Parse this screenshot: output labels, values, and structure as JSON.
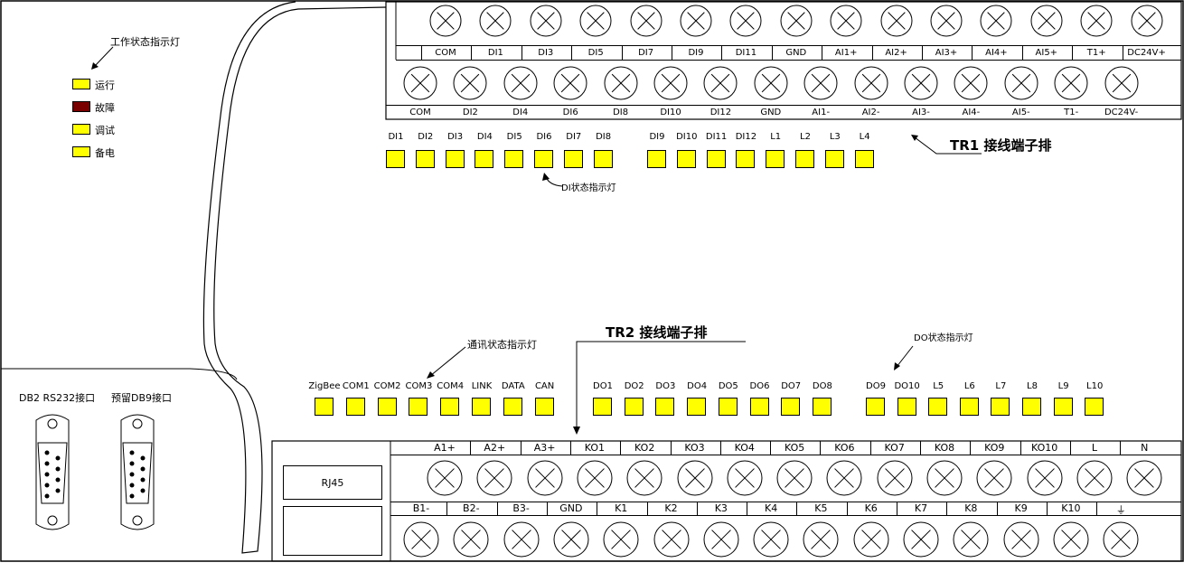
{
  "colors": {
    "led_on": "#ffff00",
    "led_fault": "#7a0000",
    "line": "#000000"
  },
  "work_status": {
    "title": "工作状态指示灯",
    "items": [
      {
        "label": "运行",
        "color": "#ffff00"
      },
      {
        "label": "故障",
        "color": "#7a0000"
      },
      {
        "label": "调试",
        "color": "#ffff00"
      },
      {
        "label": "备电",
        "color": "#ffff00"
      }
    ]
  },
  "tr1": {
    "title": "TR1  接线端子排",
    "top_row": [
      "COM",
      "DI1",
      "DI3",
      "DI5",
      "DI7",
      "DI9",
      "DI11",
      "GND",
      "AI1+",
      "AI2+",
      "AI3+",
      "AI4+",
      "AI5+",
      "T1+",
      "DC24V+"
    ],
    "bottom_row": [
      "COM",
      "DI2",
      "DI4",
      "DI6",
      "DI8",
      "DI10",
      "DI12",
      "GND",
      "AI1-",
      "AI2-",
      "AI3-",
      "AI4-",
      "AI5-",
      "T1-",
      "DC24V-"
    ]
  },
  "di_leds": {
    "title": "DI状态指示灯",
    "group1": [
      "DI1",
      "DI2",
      "DI3",
      "DI4",
      "DI5",
      "DI6",
      "DI7",
      "DI8"
    ],
    "group2": [
      "DI9",
      "DI10",
      "DI11",
      "DI12",
      "L1",
      "L2",
      "L3",
      "L4"
    ]
  },
  "comm_leds": {
    "title": "通讯状态指示灯",
    "items": [
      "ZigBee",
      "COM1",
      "COM2",
      "COM3",
      "COM4",
      "LINK",
      "DATA",
      "CAN"
    ]
  },
  "do_leds": {
    "title": "DO状态指示灯",
    "group1": [
      "DO1",
      "DO2",
      "DO3",
      "DO4",
      "DO5",
      "DO6",
      "DO7",
      "DO8"
    ],
    "group2": [
      "DO9",
      "DO10",
      "L5",
      "L6",
      "L7",
      "L8",
      "L9",
      "L10"
    ]
  },
  "tr2": {
    "title": "TR2  接线端子排",
    "rj45": "RJ45",
    "top_row": [
      "A1+",
      "A2+",
      "A3+",
      "KO1",
      "KO2",
      "KO3",
      "KO4",
      "KO5",
      "KO6",
      "KO7",
      "KO8",
      "KO9",
      "KO10",
      "L",
      "N"
    ],
    "bottom_row": [
      "B1-",
      "B2-",
      "B3-",
      "GND",
      "K1",
      "K2",
      "K3",
      "K4",
      "K5",
      "K6",
      "K7",
      "K8",
      "K9",
      "K10",
      "⏚"
    ]
  },
  "ports": {
    "db2_label": "DB2 RS232接口",
    "db9_label": "预留DB9接口"
  }
}
